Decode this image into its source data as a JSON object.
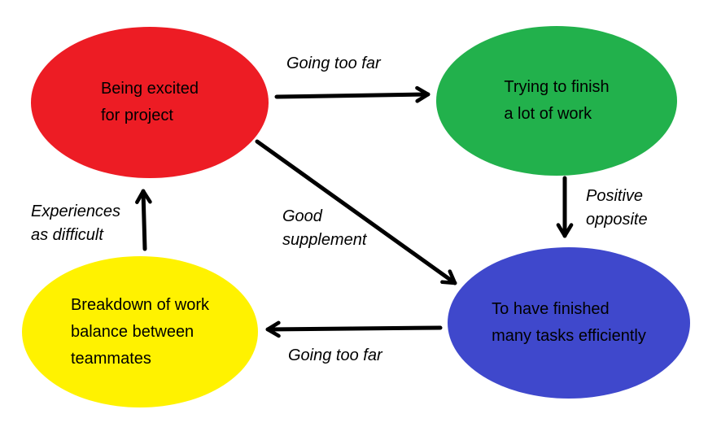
{
  "diagram": {
    "background_color": "#ffffff",
    "arrow_color": "#000000",
    "text_color": "#000000",
    "nodes": [
      {
        "id": "excited",
        "label": "Being excited\nfor project",
        "color": "#ED1C24",
        "color_name": "red",
        "position": "top-left"
      },
      {
        "id": "trying",
        "label": "Trying to finish\na lot of work",
        "color": "#22B14C",
        "color_name": "green",
        "position": "top-right"
      },
      {
        "id": "finished",
        "label": "To have finished\nmany tasks efficiently",
        "color": "#3F48CC",
        "color_name": "blue",
        "position": "bottom-right"
      },
      {
        "id": "breakdown",
        "label": "Breakdown of work\nbalance between\nteammates",
        "color": "#FFF200",
        "color_name": "yellow",
        "position": "bottom-left"
      }
    ],
    "edges": [
      {
        "from": "excited",
        "to": "trying",
        "label": "Going too far"
      },
      {
        "from": "trying",
        "to": "finished",
        "label": "Positive\nopposite"
      },
      {
        "from": "excited",
        "to": "finished",
        "label": "Good\nsupplement"
      },
      {
        "from": "finished",
        "to": "breakdown",
        "label": "Going too far"
      },
      {
        "from": "breakdown",
        "to": "excited",
        "label": "Experiences\nas difficult"
      }
    ]
  }
}
